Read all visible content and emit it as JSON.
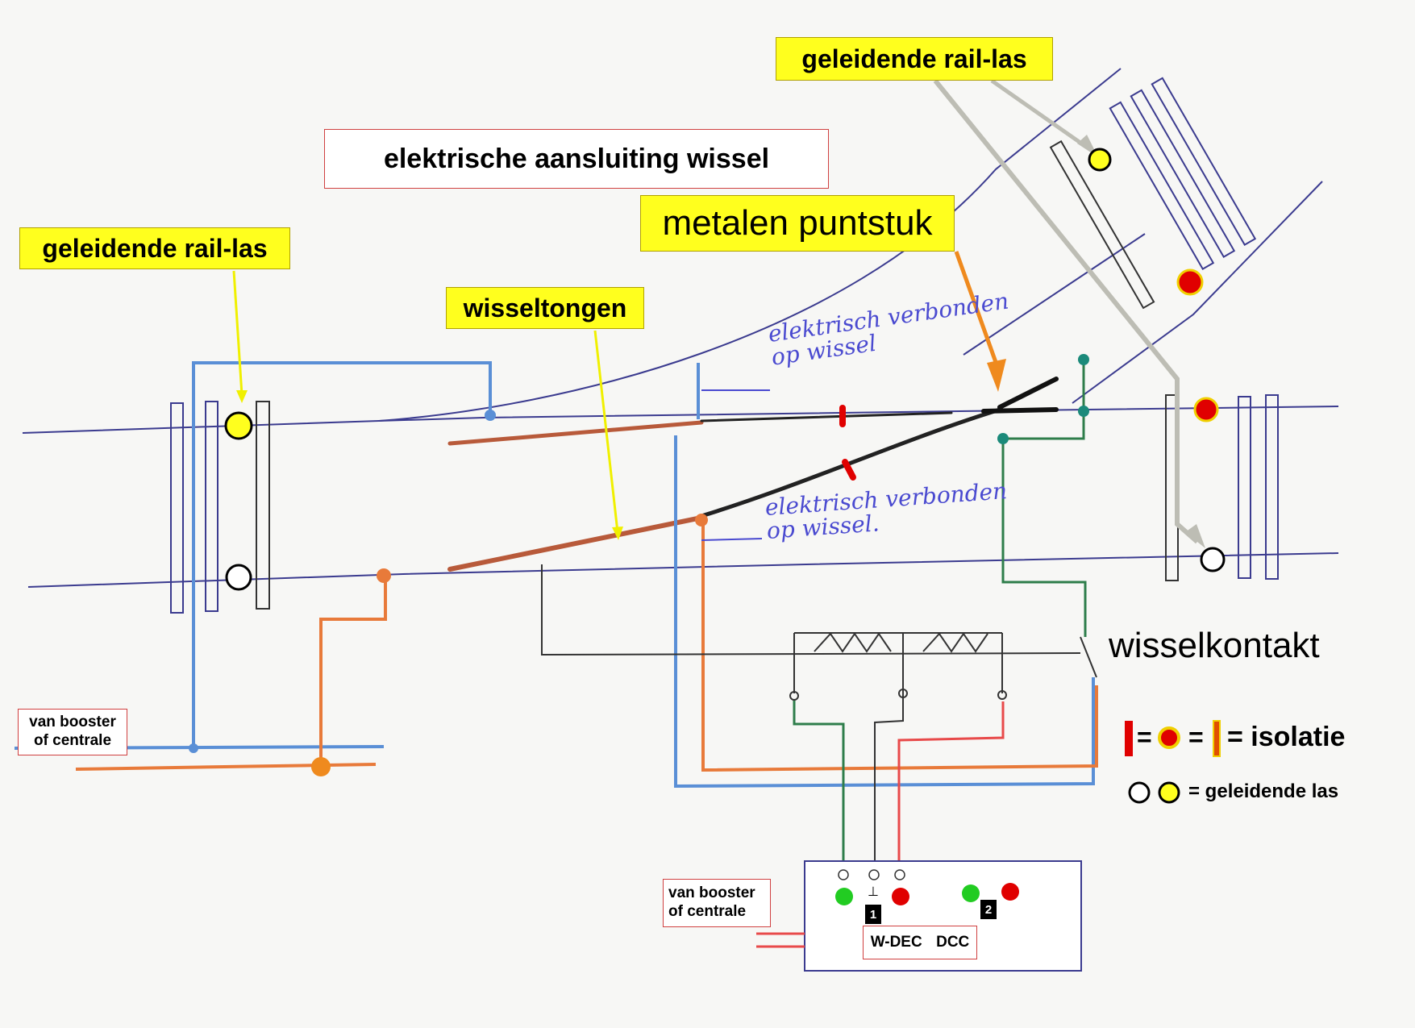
{
  "title": "elektrische aansluiting wissel",
  "labels": {
    "rail_joint_left": "geleidende rail-las",
    "rail_joint_top": "geleidende rail-las",
    "switch_blades": "wisseltongen",
    "frog": "metalen puntstuk",
    "switch_contact": "wisselkontakt",
    "booster_left": "van booster\nof centrale",
    "booster_bottom": "van booster\nof centrale",
    "handwritten_upper": "elektrisch verbonden\nop wissel",
    "handwritten_lower": "elektrisch verbonden\nop wissel."
  },
  "decoder": {
    "label1": "W-DEC",
    "label2": "DCC",
    "marker1": "1",
    "marker2": "2",
    "terminal_symbol": "⊥"
  },
  "legend": {
    "isolation_text": "= isolatie",
    "isolation_equals": "=",
    "conductive_text": "= geleidende las"
  },
  "colors": {
    "rail": "#3b3b8f",
    "blue_wire": "#5a8fd6",
    "orange_wire": "#e87a3a",
    "green_wire": "#2e7d4a",
    "red_wire": "#e84a4a",
    "yellow_label": "#ffff1e",
    "isolation_red": "#e00000"
  }
}
